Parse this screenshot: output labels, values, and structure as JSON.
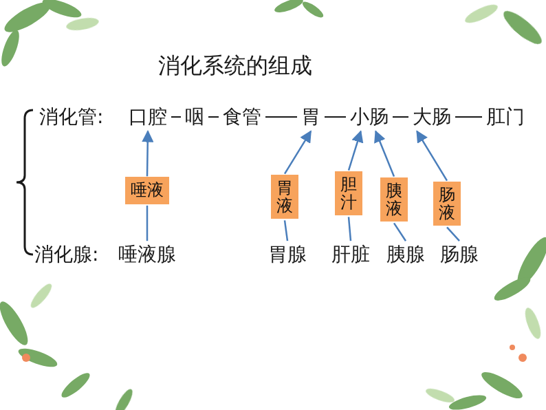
{
  "diagram": {
    "title": "消化系统的组成",
    "nodes": [
      {
        "text": [
          "口腔"
        ]
      },
      {
        "text": [
          "咽"
        ]
      },
      {
        "text": [
          "食管"
        ]
      },
      {
        "text": [
          "胃"
        ]
      },
      {
        "text": [
          "小肠"
        ]
      },
      {
        "text": [
          "大肠"
        ]
      },
      {
        "text": [
          "肛门"
        ]
      },
      {
        "text": [
          "唾液"
        ]
      },
      {
        "text": [
          "胃液"
        ]
      },
      {
        "text": [
          "胆汁"
        ]
      },
      {
        "text": [
          "胰液"
        ]
      },
      {
        "text": [
          "肠液"
        ]
      },
      {
        "text": [
          "唾液腺"
        ]
      },
      {
        "text": [
          "胃腺"
        ]
      },
      {
        "text": [
          "肝脏"
        ]
      },
      {
        "text": [
          "胰腺"
        ]
      },
      {
        "text": [
          "肠腺"
        ]
      }
    ],
    "edges": [
      {
        "from": 0,
        "to": 1,
        "arrow": "none"
      },
      {
        "from": 1,
        "to": 2,
        "arrow": "none"
      },
      {
        "from": 2,
        "to": 3,
        "arrow": "none"
      },
      {
        "from": 3,
        "to": 4,
        "arrow": "none"
      },
      {
        "from": 4,
        "to": 5,
        "arrow": "none"
      },
      {
        "from": 5,
        "to": 6,
        "arrow": "none"
      },
      {
        "from": 12,
        "to": 7,
        "arrow": "none"
      },
      {
        "from": 7,
        "to": 0,
        "arrow": "to"
      },
      {
        "from": 13,
        "to": 8,
        "arrow": "none"
      },
      {
        "from": 8,
        "to": 3,
        "arrow": "to"
      },
      {
        "from": 14,
        "to": 9,
        "arrow": "none"
      },
      {
        "from": 9,
        "to": 4,
        "arrow": "to"
      },
      {
        "from": 15,
        "to": 10,
        "arrow": "none"
      },
      {
        "from": 10,
        "to": 4,
        "arrow": "to"
      },
      {
        "from": 16,
        "to": 11,
        "arrow": "none"
      },
      {
        "from": 11,
        "to": 5,
        "arrow": "to"
      }
    ],
    "labels": [
      "消化管:",
      "消化腺:"
    ]
  }
}
